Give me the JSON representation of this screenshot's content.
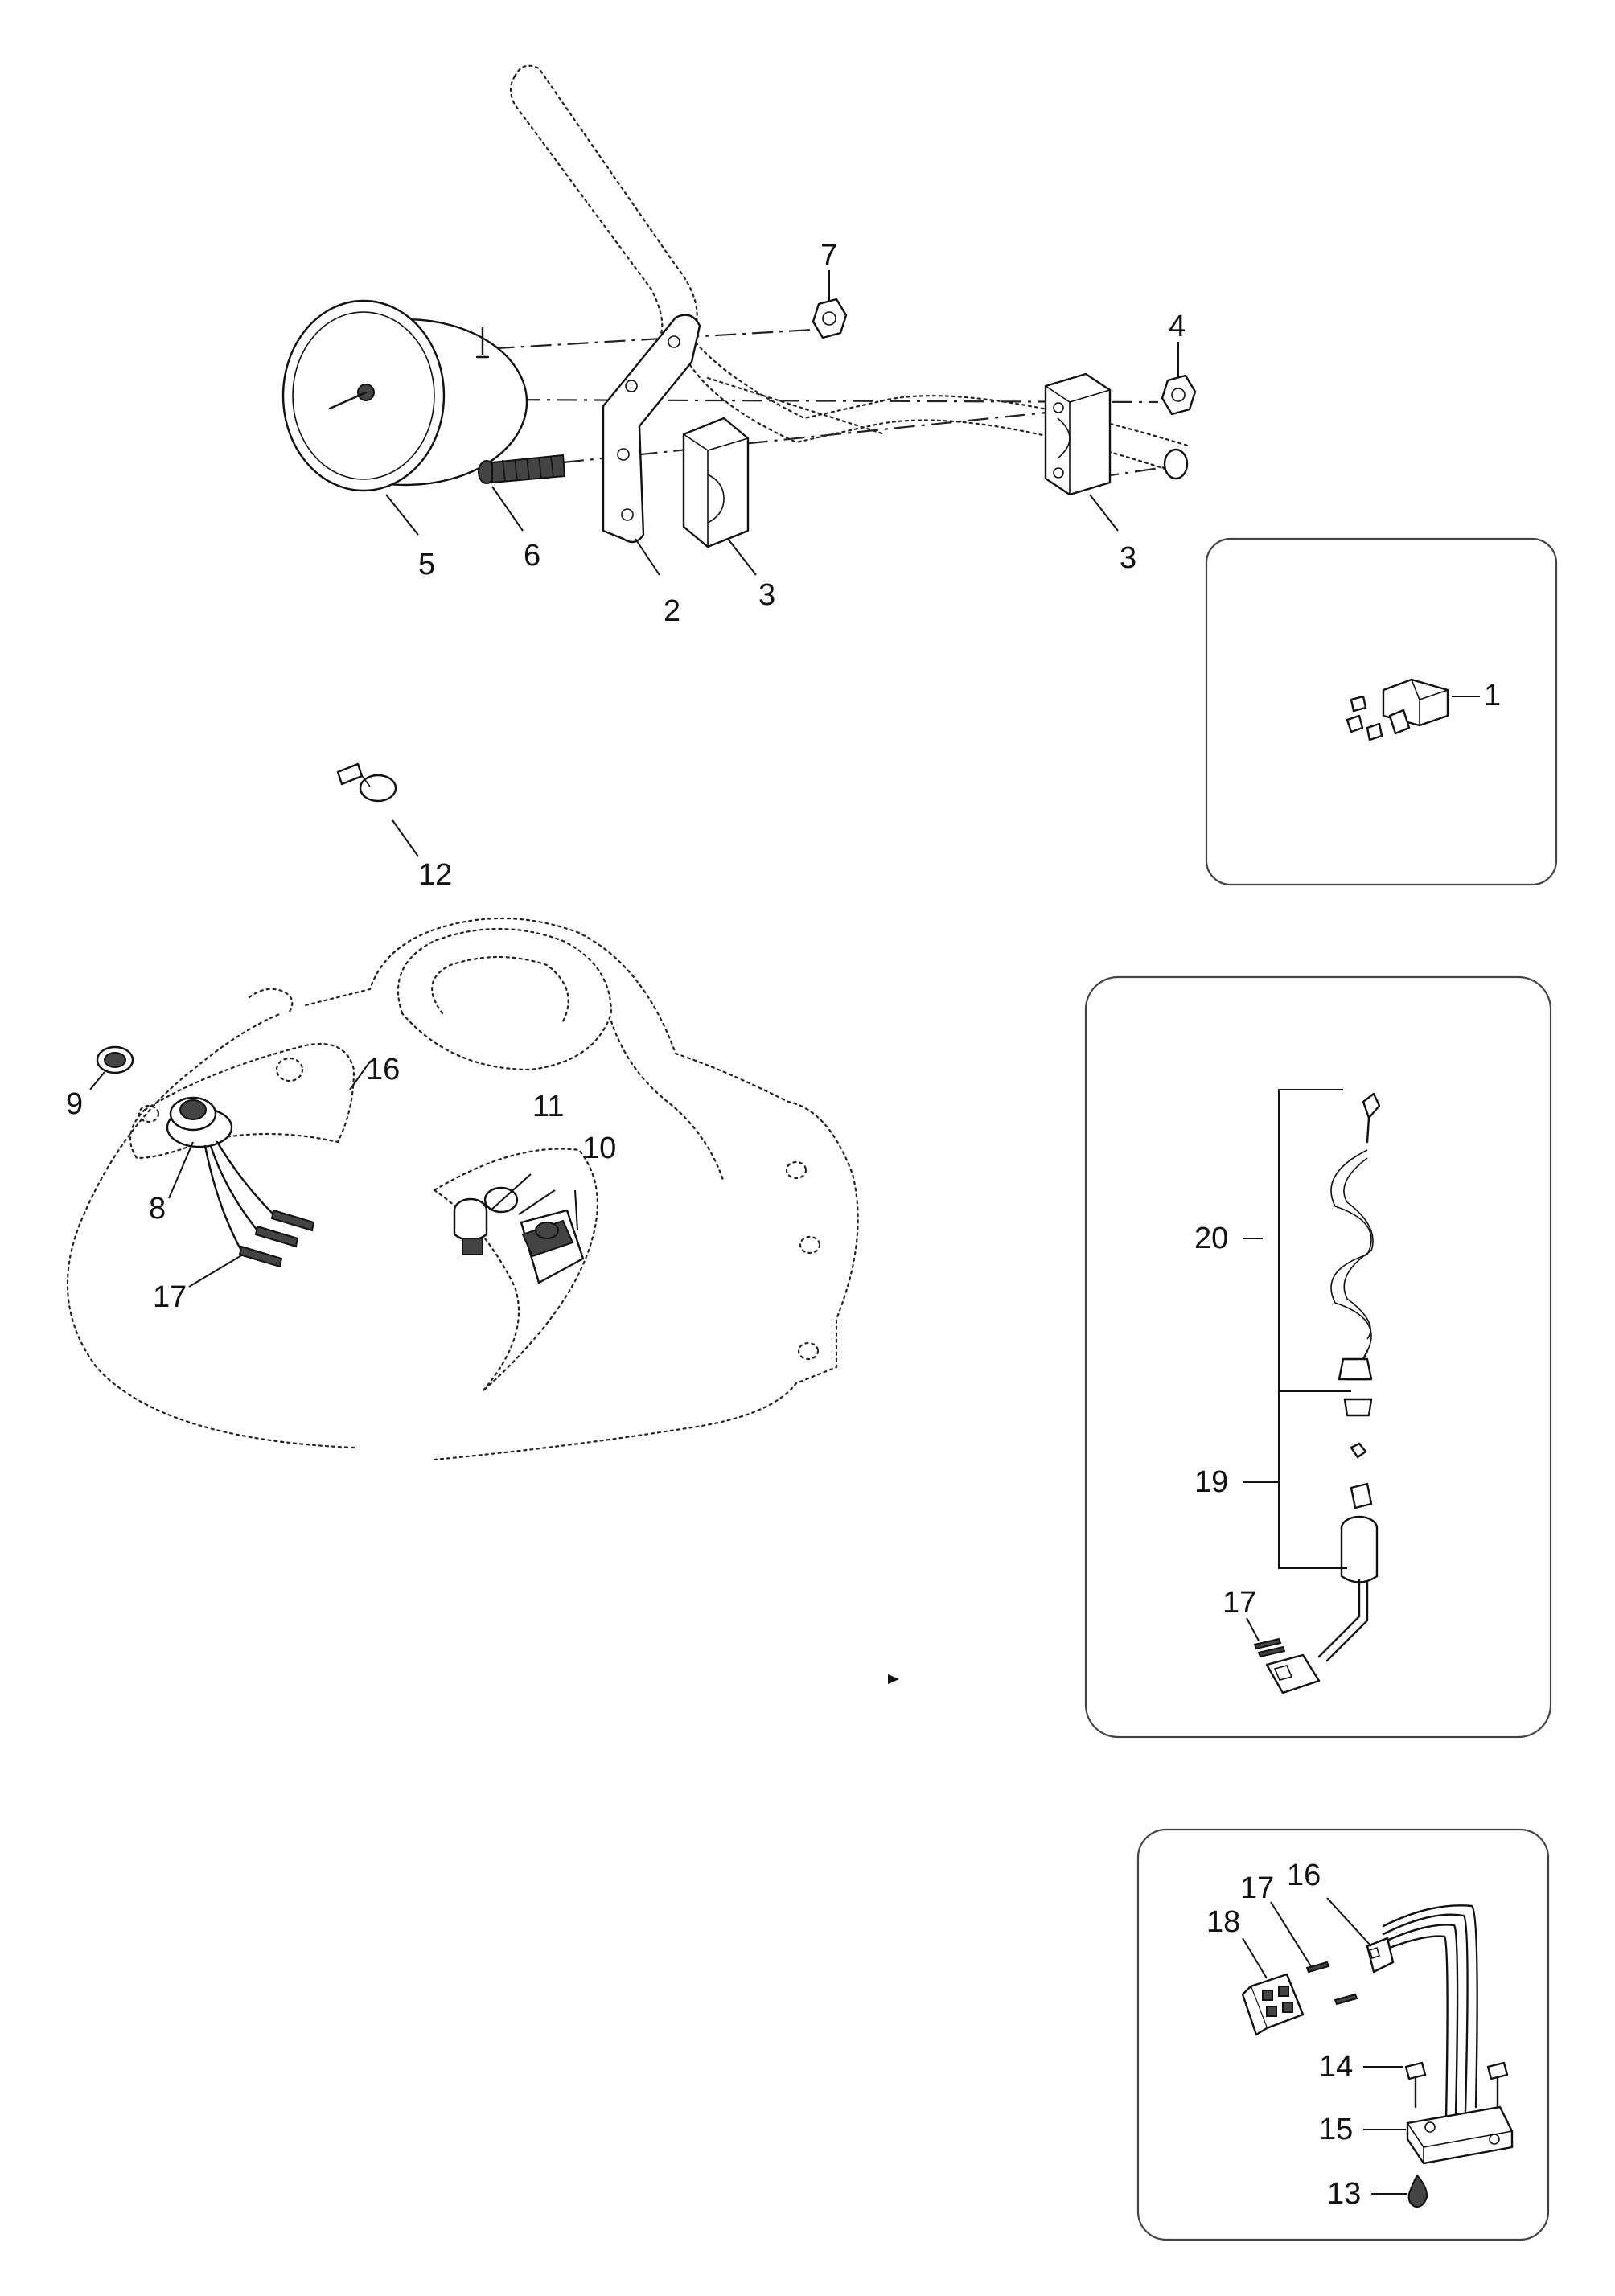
{
  "callouts": {
    "c1": "1",
    "c2": "2",
    "c3a": "3",
    "c3b": "3",
    "c4": "4",
    "c5": "5",
    "c6": "6",
    "c7": "7",
    "c8": "8",
    "c9": "9",
    "c10": "10",
    "c11": "11",
    "c12": "12",
    "c13": "13",
    "c14": "14",
    "c15": "15",
    "c16a": "16",
    "c16b": "16",
    "c17a": "17",
    "c17b": "17",
    "c17c": "17",
    "c18": "18",
    "c19": "19",
    "c20": "20"
  },
  "colors": {
    "line": "#111111",
    "background": "#ffffff",
    "inset_border": "#444444"
  }
}
